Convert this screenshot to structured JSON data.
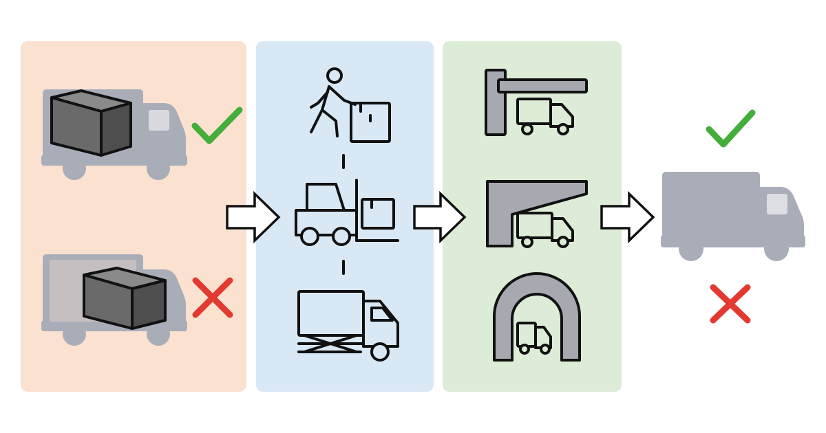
{
  "colors": {
    "panel_load": "#fbe2d0",
    "panel_handling": "#d8e8f5",
    "panel_clearance": "#dcecd6",
    "truck_gray": "#a9adb8",
    "cargo": "#6a6a6a",
    "gray_fill": "#a7a9b0",
    "check": "#44ad3c",
    "cross": "#e23a30",
    "ink": "#111111"
  },
  "panels": [
    {
      "id": "load",
      "items": [
        {
          "icon": "cargo-truck-icon",
          "status": "check"
        },
        {
          "icon": "cargo-truck-icon",
          "status": "cross"
        }
      ]
    },
    {
      "id": "handling",
      "items": [
        {
          "icon": "person-carrying-box-icon"
        },
        {
          "icon": "forklift-icon"
        },
        {
          "icon": "lift-truck-icon"
        }
      ]
    },
    {
      "id": "clearance",
      "items": [
        {
          "icon": "height-barrier-icon"
        },
        {
          "icon": "overhang-icon"
        },
        {
          "icon": "tunnel-icon"
        }
      ]
    }
  ],
  "result": {
    "icon": "truck-icon",
    "statuses": [
      "check",
      "cross"
    ]
  }
}
